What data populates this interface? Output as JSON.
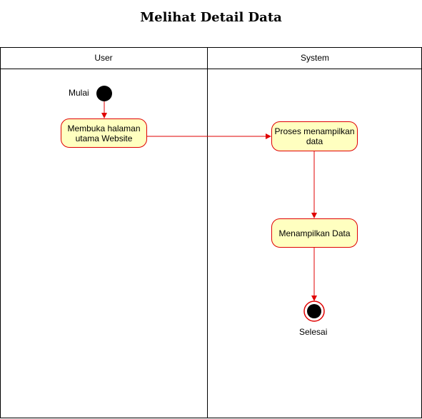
{
  "diagram": {
    "title": "Melihat Detail Data",
    "lanes": [
      {
        "label": "User"
      },
      {
        "label": "System"
      }
    ],
    "start_label": "Mulai",
    "end_label": "Selesai",
    "actions": [
      {
        "label": "Membuka halaman utama Website"
      },
      {
        "label": "Proses menampilkan data"
      },
      {
        "label": "Menampilkan Data"
      }
    ],
    "colors": {
      "action_fill": "#ffffc0",
      "action_border": "#e00000",
      "arrow": "#e00000",
      "node": "#000000"
    }
  }
}
